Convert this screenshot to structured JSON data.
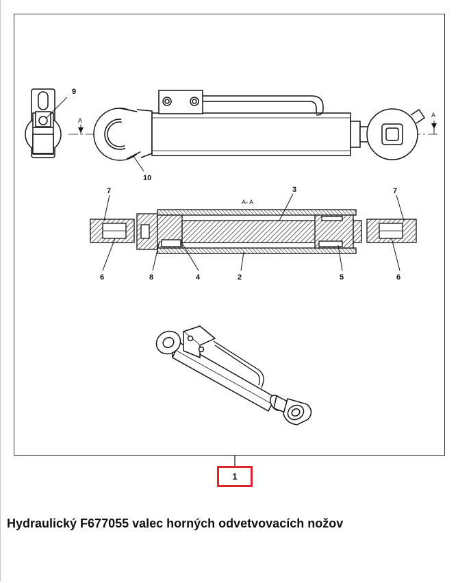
{
  "diagram": {
    "section_label": "A- A",
    "section_marker": "A",
    "callouts": {
      "seal_ring_left": "7",
      "seal_ring_right": "7",
      "rod": "3",
      "bearing_left": "6",
      "bearing_right": "6",
      "nut": "8",
      "seal_kit": "4",
      "tube": "2",
      "piston_seal": "5",
      "grease_fitting": "9",
      "pin_eye": "10"
    }
  },
  "item_number": "1",
  "item_box_color": "#d9252b",
  "caption": "Hydraulický F677055 valec horných odvetvovacích nožov"
}
